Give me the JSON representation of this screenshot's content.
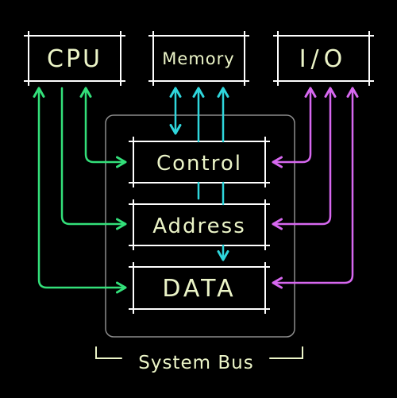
{
  "diagram": {
    "boxes": {
      "cpu": "CPU",
      "memory": "Memory",
      "io": "I/O",
      "control": "Control",
      "address": "Address",
      "data": "DATA"
    },
    "bus_label": "System Bus"
  },
  "colors": {
    "background": "#000000",
    "box_fill": "#000000",
    "box_border": "#ffffff",
    "text": "#ecf5c8",
    "cpu_links": "#33e07a",
    "memory_links": "#2fd6dc",
    "io_links": "#d768f0",
    "bus_frame": "#8c8c8c",
    "bus_brace": "#ecf5c8"
  }
}
